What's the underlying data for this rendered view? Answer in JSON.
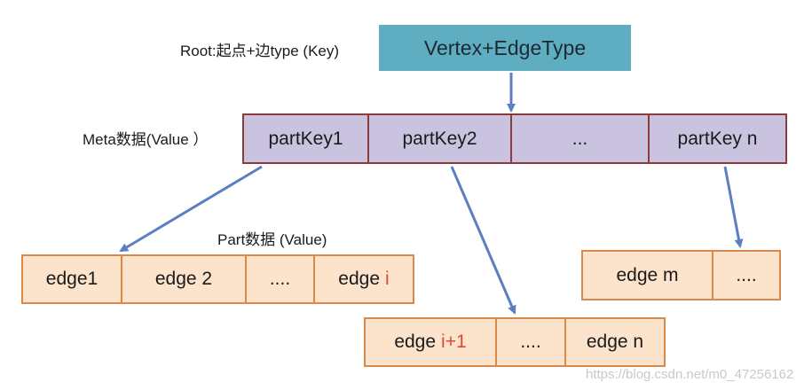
{
  "root": {
    "label": "Root:起点+边type (Key)",
    "box": "Vertex+EdgeType"
  },
  "meta": {
    "label": "Meta数据(Value ）",
    "cells": [
      "partKey1",
      "partKey2",
      "...",
      "partKey n"
    ]
  },
  "part": {
    "label": "Part数据 (Value)"
  },
  "edges_a": [
    {
      "text": "edge1",
      "suffix": ""
    },
    {
      "text": "edge 2",
      "suffix": ""
    },
    {
      "text": "....",
      "suffix": ""
    },
    {
      "text": "edge",
      "suffix": "i"
    }
  ],
  "edges_b": [
    {
      "text": "edge",
      "suffix": "i+1"
    },
    {
      "text": "....",
      "suffix": ""
    },
    {
      "text": "edge n",
      "suffix": ""
    }
  ],
  "edges_c": [
    {
      "text": "edge m",
      "suffix": ""
    },
    {
      "text": "....",
      "suffix": ""
    }
  ],
  "watermark": "https://blog.csdn.net/m0_47256162",
  "colors": {
    "root_box": "#5fadc1",
    "meta_fill": "#c9c3df",
    "meta_border": "#8a3b3b",
    "edge_fill": "#fbe3cc",
    "edge_border": "#d98a4a",
    "arrow": "#5b7fc0",
    "highlight": "#e0463a"
  }
}
